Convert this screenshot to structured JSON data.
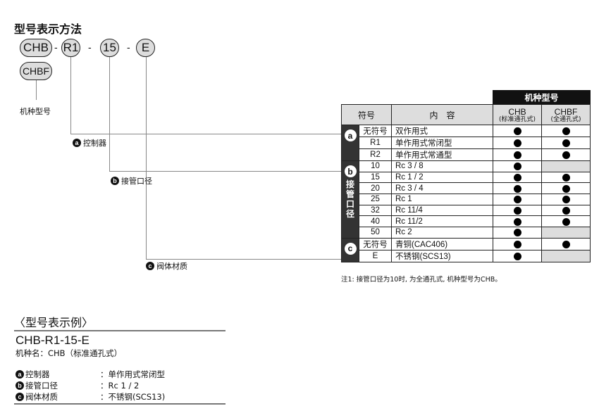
{
  "title": "型号表示方法",
  "code_parts": {
    "model": "CHB",
    "model_alt": "CHBF",
    "control": "R1",
    "port": "15",
    "material": "E",
    "sep": "-"
  },
  "model_label": "机种型号",
  "callouts": {
    "a": {
      "badge": "a",
      "label": "控制器"
    },
    "b": {
      "badge": "b",
      "label": "接管口径"
    },
    "c": {
      "badge": "c",
      "label": "阀体材质"
    }
  },
  "table": {
    "group_header": "机种型号",
    "col_symbol": "符号",
    "col_content": "内　容",
    "models": [
      {
        "name": "CHB",
        "sub": "(标准通孔式)"
      },
      {
        "name": "CHBF",
        "sub": "(全通孔式)"
      }
    ],
    "groups": [
      {
        "badge": "a",
        "vertical_label": "",
        "rows": [
          {
            "symbol": "无符号",
            "content": "双作用式",
            "chb": true,
            "chbf": true
          },
          {
            "symbol": "R1",
            "content": "单作用式常闭型",
            "chb": true,
            "chbf": true
          },
          {
            "symbol": "R2",
            "content": "单作用式常通型",
            "chb": true,
            "chbf": true
          }
        ]
      },
      {
        "badge": "b",
        "vertical_label": "接管口径",
        "rows": [
          {
            "symbol": "10",
            "content": "Rc 3 / 8",
            "chb": true,
            "chbf": false
          },
          {
            "symbol": "15",
            "content": "Rc 1 / 2",
            "chb": true,
            "chbf": true
          },
          {
            "symbol": "20",
            "content": "Rc 3 / 4",
            "chb": true,
            "chbf": true
          },
          {
            "symbol": "25",
            "content": "Rc 1",
            "chb": true,
            "chbf": true
          },
          {
            "symbol": "32",
            "content": "Rc 11/4",
            "chb": true,
            "chbf": true
          },
          {
            "symbol": "40",
            "content": "Rc 11/2",
            "chb": true,
            "chbf": true
          },
          {
            "symbol": "50",
            "content": "Rc 2",
            "chb": true,
            "chbf": false
          }
        ]
      },
      {
        "badge": "c",
        "vertical_label": "",
        "rows": [
          {
            "symbol": "无符号",
            "content": "青铜(CAC406)",
            "chb": true,
            "chbf": true
          },
          {
            "symbol": "E",
            "content": "不锈钢(SCS13)",
            "chb": true,
            "chbf": false
          }
        ]
      }
    ],
    "note": "注1: 接管口径为10时, 为全通孔式, 机种型号为CHB。"
  },
  "example": {
    "title": "〈型号表示例〉",
    "code": "CHB-R1-15-E",
    "model_name": "机种名：CHB（标准通孔式）",
    "rows": [
      {
        "badge": "a",
        "key": "控制器",
        "value": "：单作用式常闭型"
      },
      {
        "badge": "b",
        "key": "接管口径",
        "value": "：Rc 1 / 2"
      },
      {
        "badge": "c",
        "key": "阀体材质",
        "value": "：不锈钢(SCS13)"
      }
    ]
  }
}
